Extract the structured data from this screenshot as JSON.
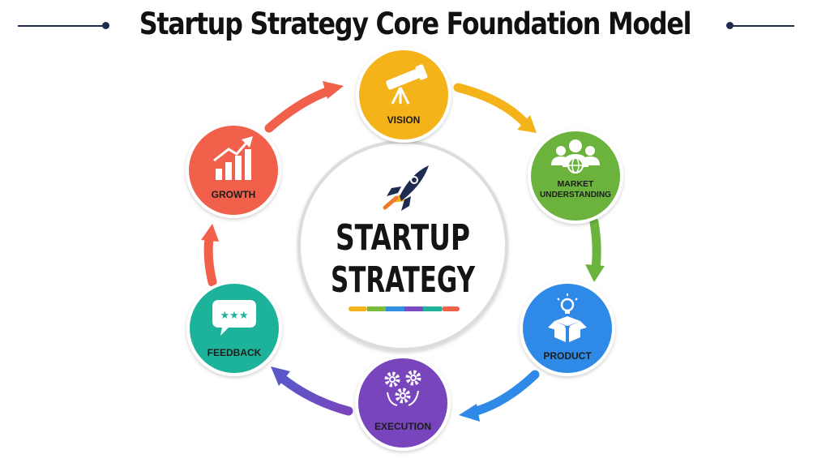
{
  "title": "Startup Strategy Core Foundation Model",
  "center": {
    "line1": "STARTUP",
    "line2": "STRATEGY",
    "icon": "rocket-icon",
    "color_bar": [
      "#f5b21a",
      "#7bbb3b",
      "#2f8fe0",
      "#7b4cc2",
      "#1fb39b",
      "#f0634a"
    ]
  },
  "stages": [
    {
      "id": "vision",
      "label": "VISION",
      "icon": "telescope-icon",
      "color": "#f5b31a"
    },
    {
      "id": "market",
      "label_lines": [
        "MARKET",
        "UNDERSTANDING"
      ],
      "icon": "people-globe-icon",
      "color": "#6cb33e"
    },
    {
      "id": "product",
      "label": "PRODUCT",
      "icon": "lightbulb-box-icon",
      "color": "#2e8ae6"
    },
    {
      "id": "execution",
      "label": "EXECUTION",
      "icon": "gears-icon",
      "color": "#7845bd"
    },
    {
      "id": "feedback",
      "label": "FEEDBACK",
      "icon": "chat-stars-icon",
      "color": "#1db39a"
    },
    {
      "id": "growth",
      "label": "GROWTH",
      "icon": "growth-chart-icon",
      "color": "#f0604a"
    }
  ],
  "colors": {
    "title": "#111111",
    "title_rule": "#1e2b4f",
    "center_ring": "#dcdcdc"
  }
}
